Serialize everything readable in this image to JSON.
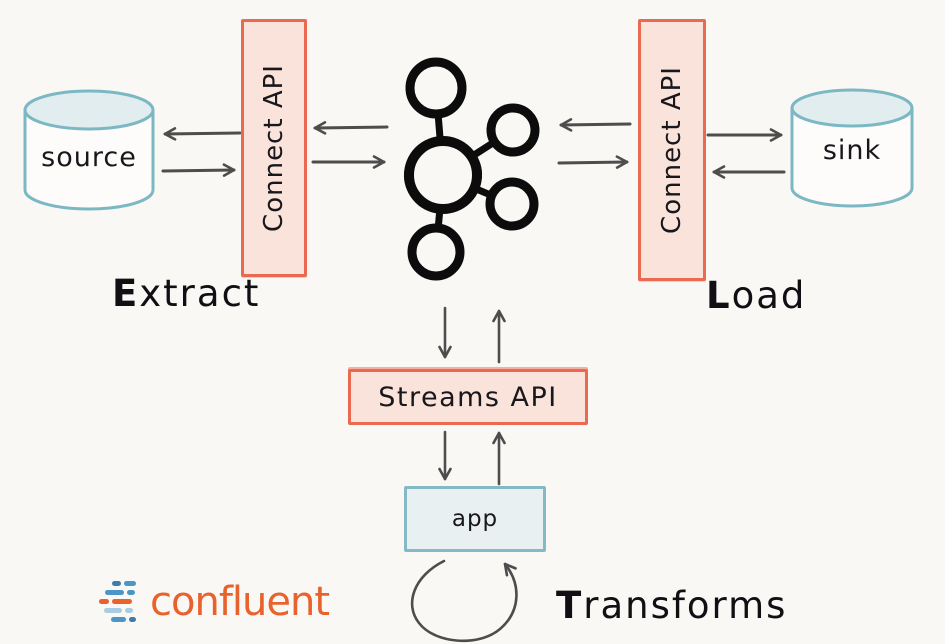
{
  "diagram": {
    "title_semantics": "Kafka Connect / Streams ETL diagram",
    "nodes": {
      "source": {
        "label": "source"
      },
      "connect_left": {
        "label": "Connect API"
      },
      "connect_right": {
        "label": "Connect API"
      },
      "sink": {
        "label": "sink"
      },
      "streams": {
        "label": "Streams API"
      },
      "app": {
        "label": "app"
      }
    },
    "stage_labels": {
      "extract": "Extract",
      "load": "Load",
      "transforms": "Transforms"
    },
    "branding": {
      "wordmark": "confluent",
      "wordmark_color": "#e8622d"
    },
    "icons": {
      "kafka": "kafka-logo-icon",
      "confluent_mark": "confluent-mark-icon"
    },
    "colors": {
      "background": "#faf8f5",
      "api_box_fill": "#fae3db",
      "api_box_border": "#e96a50",
      "app_box_fill": "#e9f0f2",
      "teal_border": "#85b9c6",
      "cylinder_border": "#7cb8c4",
      "cylinder_top_fill": "#e1edef",
      "arrow": "#4d4d4d",
      "kafka_black": "#0c0c0c"
    }
  }
}
